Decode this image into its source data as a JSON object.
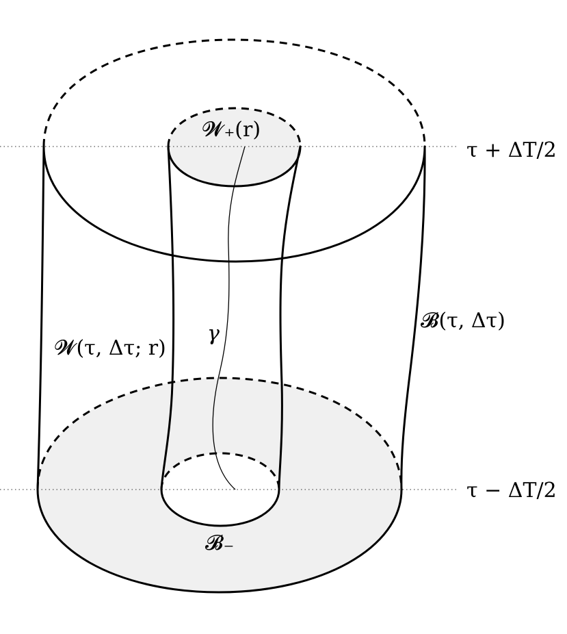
{
  "labels": {
    "top_level": "τ + ΔT/2",
    "bottom_level": "τ − ΔT/2",
    "outer_boundary": "𝓑(τ, Δτ)",
    "inner_wall": "𝓦(τ, Δτ; r)",
    "inner_top_cap": "𝓦₊(r)",
    "bottom_annulus": "𝓑₋",
    "curve": "γ"
  },
  "colors": {
    "stroke": "#000000",
    "shade": "#f0f0f0",
    "guide": "#555555"
  }
}
